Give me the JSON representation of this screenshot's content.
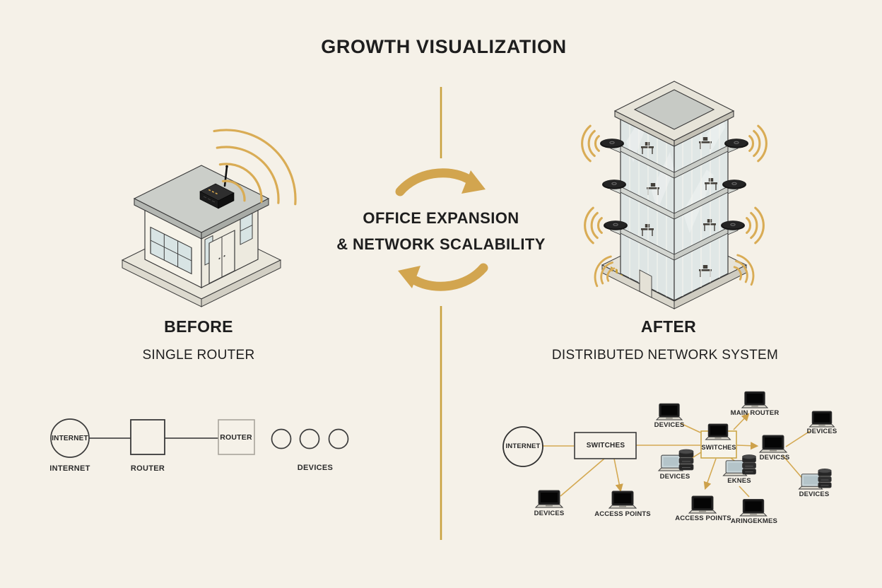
{
  "title": "GROWTH VISUALIZATION",
  "center": {
    "line1": "OFFICE EXPANSION",
    "line2": "& NETWORK SCALABILITY"
  },
  "before": {
    "heading": "BEFORE",
    "subheading": "SINGLE ROUTER",
    "diagram": {
      "internet_node": "INTERNET",
      "internet_caption": "INTERNET",
      "router_caption": "ROUTER",
      "router2_node": "ROUTER",
      "devices_caption": "DEVICES"
    }
  },
  "after": {
    "heading": "AFTER",
    "subheading": "DISTRIBUTED NETWORK SYSTEM",
    "diagram": {
      "internet_node": "INTERNET",
      "switch1_node": "SWITCHES",
      "switch2_node": "SWITCHES",
      "devices_a": "DEVICES",
      "access_points_a": "ACCESS POINTS",
      "devices_top": "DEVICES",
      "devices_left": "DEVICES",
      "main_router": "MAIN ROUTER",
      "devices_mid": "DEVICSS",
      "access_points_b": "ACCESS POINTS",
      "servers_mid": "EKNES",
      "devices_bottom": "ARINGEKMES",
      "devices_right_top": "DEVICES",
      "devices_right_bottom": "DEVICES"
    }
  },
  "colors": {
    "background": "#F5F1E8",
    "gold": "#CFA64C",
    "wifi": "#D9AC55",
    "ink": "#1E1E1E",
    "diagram_line": "#4A4A4A",
    "gold_line": "#D4A952"
  }
}
